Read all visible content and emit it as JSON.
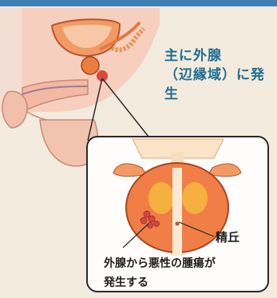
{
  "caption": {
    "line1": "主に外腺",
    "line2": "（辺縁域）に発生"
  },
  "callout": {
    "verumontanum_label": "精丘",
    "tumor_label_line1": "外腺から悪性の腫瘍が",
    "tumor_label_line2": "発生する"
  },
  "colors": {
    "skin": "#f3c7b3",
    "skin_shadow": "#e9a995",
    "organ_orange": "#f08a4a",
    "caption_blue": "#1e6d93",
    "tumor_red": "#d24644",
    "inner_gland_yellow": "#f5b040"
  }
}
